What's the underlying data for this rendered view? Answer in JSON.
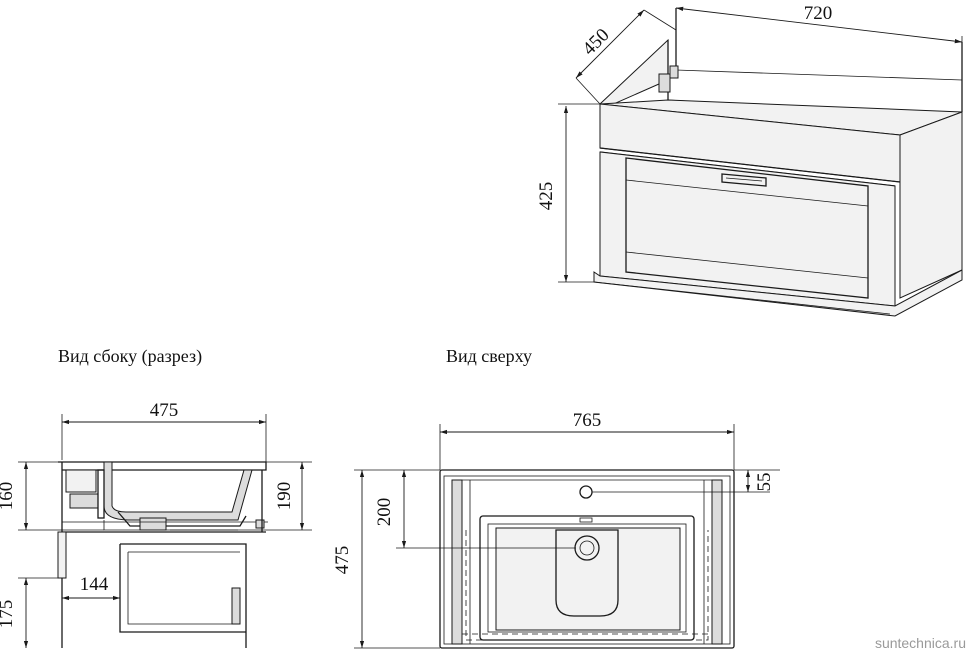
{
  "views": {
    "side_title": "Вид сбоку (разрез)",
    "top_title": "Вид сверху"
  },
  "dimensions": {
    "iso_width": "720",
    "iso_depth": "450",
    "iso_height": "425",
    "side_width": "475",
    "side_sink_height": "160",
    "side_top_height": "190",
    "side_leg_height": "175",
    "side_inner_offset": "144",
    "top_width": "765",
    "top_depth": "475",
    "top_drain_offset": "200",
    "top_tap_offset": "55"
  },
  "watermark": "suntechnica.ru"
}
